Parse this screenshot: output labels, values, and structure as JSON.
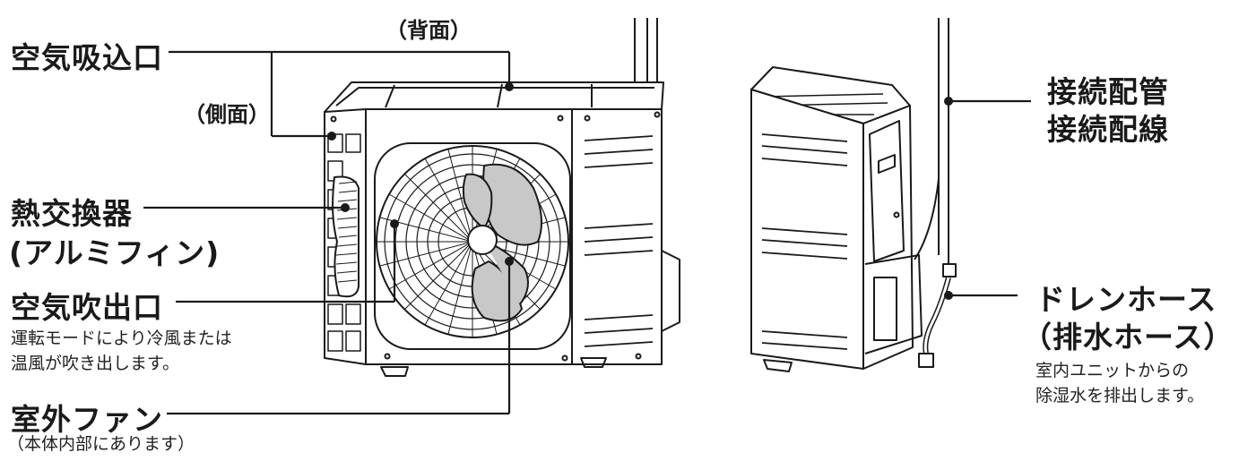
{
  "labels": {
    "rear": "（背面）",
    "side": "（側面）",
    "air_intake": "空気吸込口",
    "heat_exchanger_line1": "熱交換器",
    "heat_exchanger_line2": "(アルミフィン)",
    "air_outlet": "空気吹出口",
    "air_outlet_note_line1": "運転モードにより冷風または",
    "air_outlet_note_line2": "温風が吹き出します。",
    "outdoor_fan": "室外ファン",
    "outdoor_fan_note": "（本体内部にあります）",
    "connection_pipe": "接続配管",
    "connection_wire": "接続配線",
    "drain_hose_line1": "ドレンホース",
    "drain_hose_line2": "（排水ホース）",
    "drain_note_line1": "室内ユニットからの",
    "drain_note_line2": "除湿水を排出します。"
  },
  "colors": {
    "line": "#1a1a1a",
    "fan_fill": "#c8c8c8",
    "background": "#ffffff"
  }
}
